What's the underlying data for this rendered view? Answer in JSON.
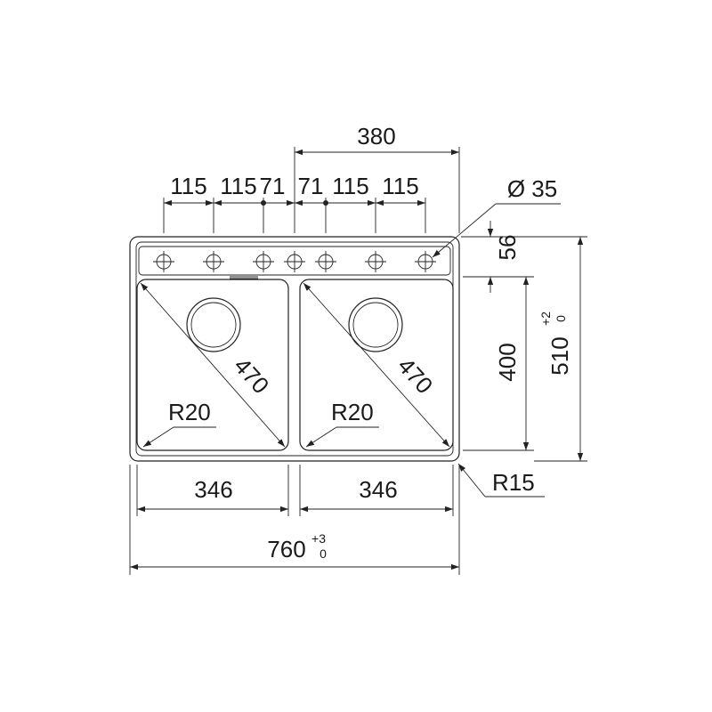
{
  "drawing": {
    "dim_total_width": "760",
    "dim_total_width_tol_plus": "+3",
    "dim_total_width_tol_minus": "0",
    "dim_total_depth": "510",
    "dim_total_depth_tol_plus": "+2",
    "dim_total_depth_tol_minus": "0",
    "dim_bowl_width_left": "346",
    "dim_bowl_width_right": "346",
    "dim_bowl_depth": "400",
    "dim_tap_ledge": "56",
    "dim_top_span": "380",
    "dim_hole_spacing": [
      "115",
      "115",
      "71",
      "71",
      "115",
      "115"
    ],
    "dim_hole_diameter": "Ø 35",
    "dim_diagonal_left": "470",
    "dim_diagonal_right": "470",
    "dim_corner_left": "R20",
    "dim_corner_right": "R20",
    "dim_outer_corner": "R15"
  }
}
